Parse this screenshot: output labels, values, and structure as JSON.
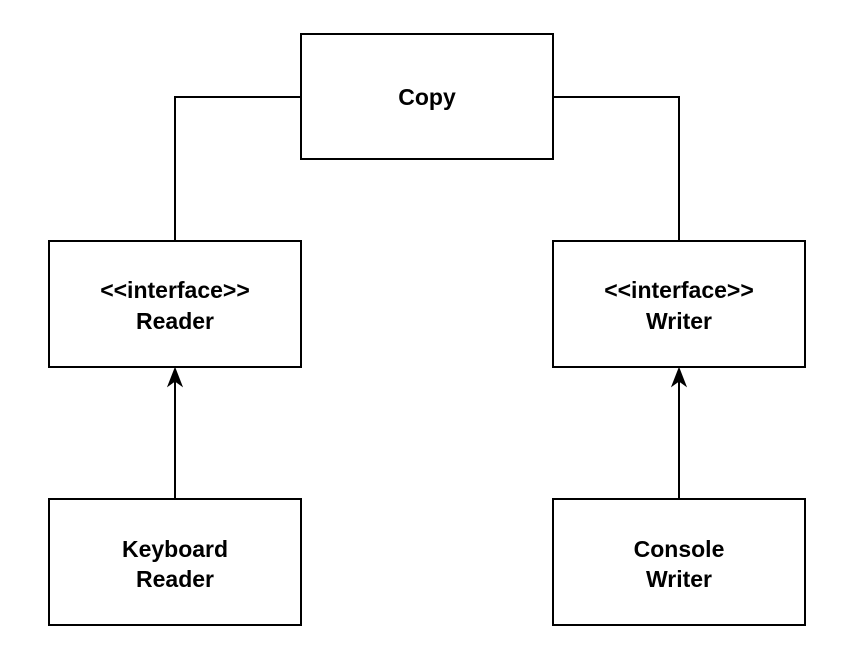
{
  "diagram": {
    "nodes": {
      "copy": {
        "lines": [
          "Copy"
        ]
      },
      "reader": {
        "lines": [
          "<<interface>>",
          "Reader"
        ]
      },
      "writer": {
        "lines": [
          "<<interface>>",
          "Writer"
        ]
      },
      "keyboard_reader": {
        "lines": [
          "Keyboard",
          "Reader"
        ]
      },
      "console_writer": {
        "lines": [
          "Console",
          "Writer"
        ]
      }
    },
    "edges": [
      {
        "from": "copy",
        "to": "reader",
        "kind": "association"
      },
      {
        "from": "copy",
        "to": "writer",
        "kind": "association"
      },
      {
        "from": "keyboard_reader",
        "to": "reader",
        "kind": "realization-arrow"
      },
      {
        "from": "console_writer",
        "to": "writer",
        "kind": "realization-arrow"
      }
    ]
  }
}
